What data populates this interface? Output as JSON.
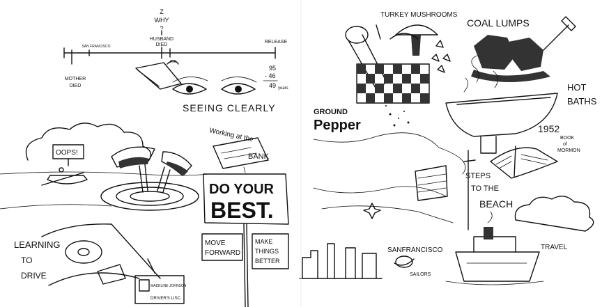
{
  "timeline": {
    "z_why": "Z\nWHY\n?",
    "san_francisco": "SAN FRANCISCO",
    "husband_died": "HUSBAND DIED",
    "job": "JOB",
    "release": "RELEASE",
    "mother_died": "MOTHER DIED",
    "calc_95": "95",
    "calc_46": "- 46",
    "calc_49": "49",
    "years": "years"
  },
  "left_page": {
    "seeing_clearly": "SEEING CLEARLY",
    "oops": "OOPS!",
    "working_at_the": "Working at the",
    "bank": "BANK",
    "do_your": "DO YOUR",
    "best": "BEST.",
    "move": "MOVE",
    "forward": "FORWARD",
    "make": "MAKE",
    "things": "THINGS",
    "better": "BETTER",
    "learning": "LEARNING",
    "to": "TO",
    "drive": "DRIVE",
    "license_name": "MADELINE JOHNSON",
    "drivers_lisc": "DRIVER'S LISC."
  },
  "right_page": {
    "turkey_mushrooms": "TURKEY MUSHROOMS",
    "coal_lumps": "COAL LUMPS",
    "ground": "GROUND",
    "pepper": "Pepper",
    "hot": "HOT",
    "baths": "BATHS",
    "year_1952": "1952",
    "book_of": "BOOK",
    "of": "of",
    "mormon": "MORMON",
    "steps": "STEPS",
    "to_the": "TO THE",
    "beach": "BEACH",
    "san_francisco": "SANFRANCISCO",
    "travel": "TRAVEL",
    "sailors": "SAILORS"
  }
}
